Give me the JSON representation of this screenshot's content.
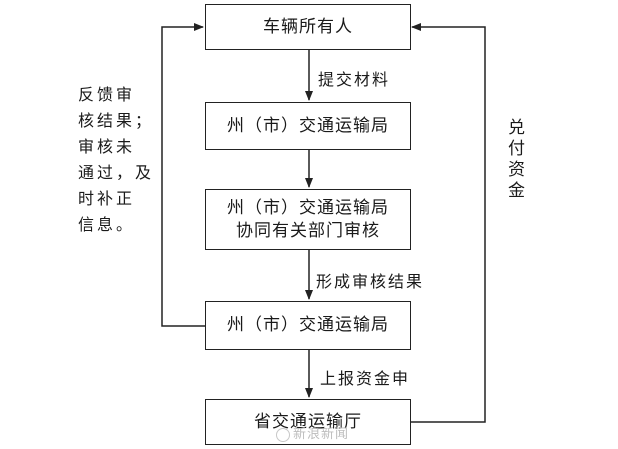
{
  "boxes": {
    "owner": "车辆所有人",
    "bureau_1": "州（市）交通运输局",
    "bureau_2_line1": "州（市）交通运输局",
    "bureau_2_line2": "协同有关部门审核",
    "bureau_3": "州（市）交通运输局",
    "provincial": "省交通运输厅"
  },
  "edge_labels": {
    "submit": "提交材料",
    "result": "形成审核结果",
    "report": "上报资金申"
  },
  "feedback": {
    "lines": [
      "反馈审",
      "核结果；",
      "审核未",
      "通过，及",
      "时补正",
      "信息。"
    ]
  },
  "payout": "兑付资金",
  "watermark": "新浪新闻"
}
